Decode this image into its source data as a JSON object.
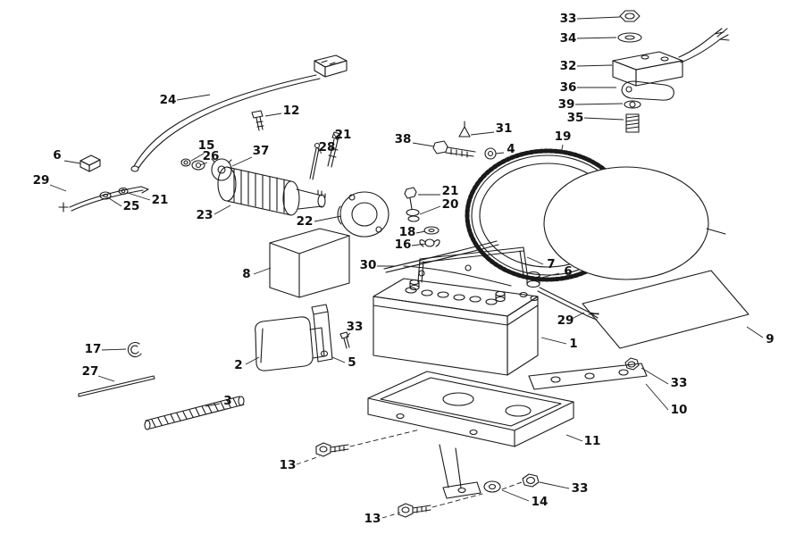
{
  "figure": {
    "kind": "exploded-parts-diagram",
    "background_color": "#ffffff",
    "line_color": "#1a1a1a",
    "label_color": "#111111"
  },
  "callouts": [
    "33",
    "34",
    "32",
    "36",
    "39",
    "35",
    "24",
    "12",
    "6",
    "15",
    "26",
    "37",
    "21",
    "28",
    "38",
    "31",
    "4",
    "19",
    "29",
    "21",
    "25",
    "23",
    "22",
    "21",
    "20",
    "18",
    "16",
    "8",
    "30",
    "7",
    "6",
    "29",
    "1",
    "9",
    "17",
    "2",
    "33",
    "5",
    "27",
    "3",
    "33",
    "10",
    "11",
    "13",
    "33",
    "14",
    "13"
  ]
}
